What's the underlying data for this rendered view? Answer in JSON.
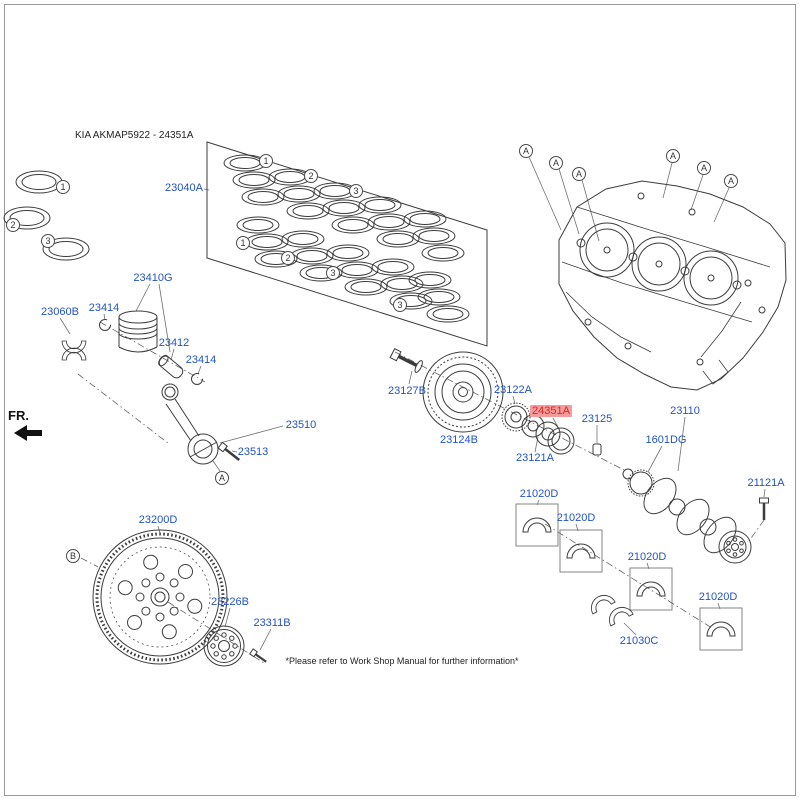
{
  "meta": {
    "title": "KIA AKMAP5922 - 24351A",
    "fr_label": "FR.",
    "footer": "*Please refer to Work Shop Manual for further information*",
    "highlighted_part": "24351A"
  },
  "colors": {
    "part_label": "#2353C4",
    "highlight_text": "#D42B21",
    "highlight_bg": "#F59B9B",
    "line": "#3C3C3C"
  },
  "callouts": {
    "one": "1",
    "two": "2",
    "three": "3",
    "a": "A",
    "b": "B"
  },
  "parts": {
    "p23040A": "23040A",
    "p23410G": "23410G",
    "p23060B": "23060B",
    "p23414": "23414",
    "p23412": "23412",
    "p23510": "23510",
    "p23513": "23513",
    "p23200D": "23200D",
    "p23226B": "23226B",
    "p23311B": "23311B",
    "p23127B": "23127B",
    "p23124B": "23124B",
    "p23122A": "23122A",
    "p24351A": "24351A",
    "p23121A": "23121A",
    "p23125": "23125",
    "p23110": "23110",
    "p1601DG": "1601DG",
    "p21121A": "21121A",
    "p21020D": "21020D",
    "p21030C": "21030C"
  }
}
